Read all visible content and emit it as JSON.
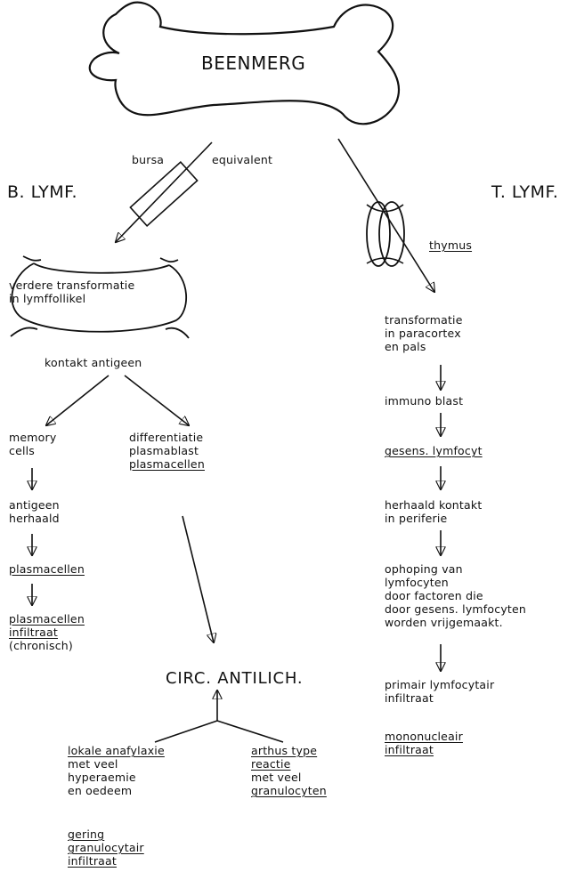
{
  "bone_label": "BEENMERG",
  "left_header": "B. LYMF.",
  "right_header": "T. LYMF.",
  "bursa": {
    "left": "bursa",
    "right": "equivalent"
  },
  "follicle": {
    "line1": "verdere transformatie",
    "line2": "in lymffollikel"
  },
  "contact": "kontakt antigeen",
  "memory": {
    "line1": "memory",
    "line2": "cells"
  },
  "differentiation": {
    "line1": "differentiatie",
    "line2": "plasmablast",
    "line3": "plasmacellen"
  },
  "antigen_repeat": {
    "line1": "antigeen",
    "line2": "herhaald"
  },
  "plasma1": "plasmacellen",
  "plasma_infiltrate": {
    "line1": "plasmacellen",
    "line2": "infiltraat",
    "line3": "(chronisch)"
  },
  "circ": "CIRC. ANTILICH.",
  "local_ana": {
    "line1": "lokale anafylaxie",
    "line2": "met veel",
    "line3": "hyperaemie",
    "line4": "en oedeem"
  },
  "arthus": {
    "line1": "arthus type",
    "line2": "reactie",
    "line3": "met veel",
    "line4": "granulocyten"
  },
  "gering": {
    "line1": "gering",
    "line2": "granulocytair",
    "line3": "infiltraat"
  },
  "thymus": "thymus",
  "transformation": {
    "line1": "transformatie",
    "line2": "in paracortex",
    "line3": "en pals"
  },
  "immunoblast": "immuno blast",
  "sensitized": "gesens. lymfocyt",
  "repeat_contact": {
    "line1": "herhaald kontakt",
    "line2": "in periferie"
  },
  "accumulation": {
    "line1": "ophoping van",
    "line2": "lymfocyten",
    "line3": "door factoren die",
    "line4": "door gesens. lymfocyten",
    "line5": "worden vrijgemaakt."
  },
  "primary_infiltrate": {
    "line1": "primair lymfocytair",
    "line2": "infiltraat"
  },
  "mononuclear": {
    "line1": "mononucleair",
    "line2": "infiltraat"
  }
}
